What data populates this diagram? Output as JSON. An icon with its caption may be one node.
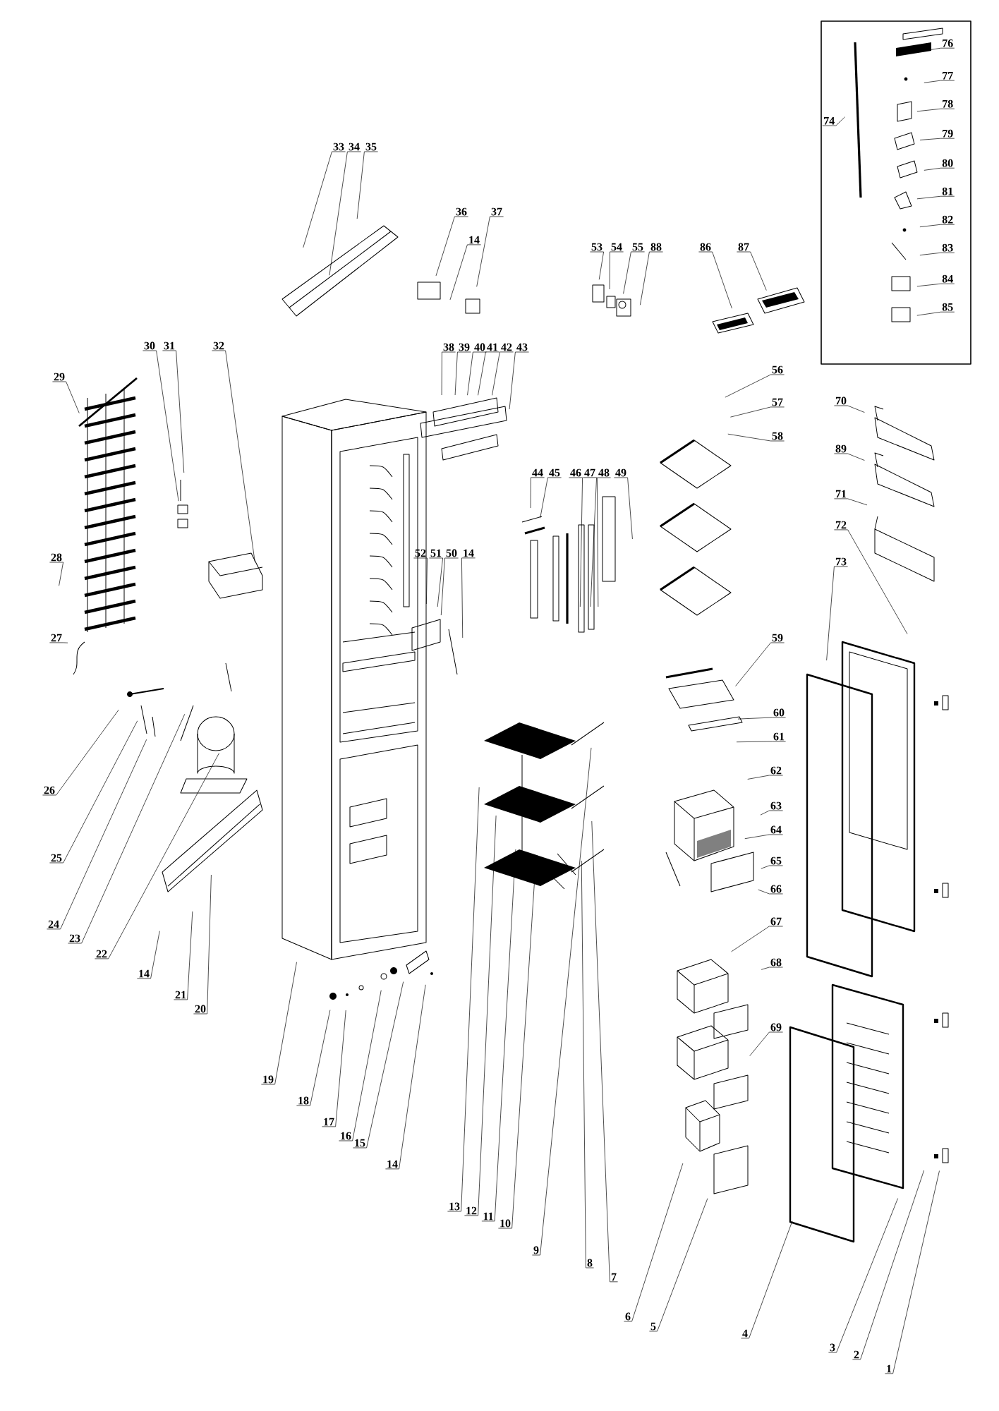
{
  "diagram": {
    "nodes": [
      {
        "text": [],
        "shape": "box"
      },
      {
        "text": [
          "76"
        ],
        "in": 0
      },
      {
        "text": [
          "77"
        ],
        "in": 0
      },
      {
        "text": [
          "78"
        ],
        "in": 0
      },
      {
        "text": [
          "79"
        ],
        "in": 0
      },
      {
        "text": [
          "80"
        ],
        "in": 0
      },
      {
        "text": [
          "81"
        ],
        "in": 0
      },
      {
        "text": [
          "82"
        ],
        "in": 0
      },
      {
        "text": [
          "83"
        ],
        "in": 0
      },
      {
        "text": [
          "84"
        ],
        "in": 0
      },
      {
        "text": [
          "85"
        ],
        "in": 0
      },
      {
        "text": [
          "74"
        ],
        "in": 0
      },
      {
        "text": [
          "33"
        ]
      },
      {
        "text": [
          "34"
        ]
      },
      {
        "text": [
          "35"
        ]
      },
      {
        "text": [
          "36"
        ]
      },
      {
        "text": [
          "14"
        ]
      },
      {
        "text": [
          "37"
        ]
      },
      {
        "text": [
          "53"
        ]
      },
      {
        "text": [
          "54"
        ]
      },
      {
        "text": [
          "55"
        ]
      },
      {
        "text": [
          "88"
        ]
      },
      {
        "text": [
          "86"
        ]
      },
      {
        "text": [
          "87"
        ]
      },
      {
        "text": [
          "38"
        ]
      },
      {
        "text": [
          "39"
        ]
      },
      {
        "text": [
          "40"
        ]
      },
      {
        "text": [
          "41"
        ]
      },
      {
        "text": [
          "42"
        ]
      },
      {
        "text": [
          "43"
        ]
      },
      {
        "text": [
          "29"
        ]
      },
      {
        "text": [
          "30"
        ]
      },
      {
        "text": [
          "31"
        ]
      },
      {
        "text": [
          "32"
        ]
      },
      {
        "text": [
          "56"
        ]
      },
      {
        "text": [
          "57"
        ]
      },
      {
        "text": [
          "58"
        ]
      },
      {
        "text": [
          "70"
        ]
      },
      {
        "text": [
          "89"
        ]
      },
      {
        "text": [
          "71"
        ]
      },
      {
        "text": [
          "72"
        ]
      },
      {
        "text": [
          "73"
        ]
      },
      {
        "text": [
          "44"
        ]
      },
      {
        "text": [
          "45"
        ]
      },
      {
        "text": [
          "46"
        ]
      },
      {
        "text": [
          "47"
        ]
      },
      {
        "text": [
          "48"
        ]
      },
      {
        "text": [
          "49"
        ]
      },
      {
        "text": [
          "52"
        ]
      },
      {
        "text": [
          "51"
        ]
      },
      {
        "text": [
          "50"
        ]
      },
      {
        "text": [
          "14"
        ]
      },
      {
        "text": [
          "28"
        ]
      },
      {
        "text": [
          "27"
        ]
      },
      {
        "text": [
          "59"
        ]
      },
      {
        "text": [
          "60"
        ]
      },
      {
        "text": [
          "61"
        ]
      },
      {
        "text": [
          "26"
        ]
      },
      {
        "text": [
          "62"
        ]
      },
      {
        "text": [
          "63"
        ]
      },
      {
        "text": [
          "64"
        ]
      },
      {
        "text": [
          "65"
        ]
      },
      {
        "text": [
          "66"
        ]
      },
      {
        "text": [
          "25"
        ]
      },
      {
        "text": [
          "67"
        ]
      },
      {
        "text": [
          "24"
        ]
      },
      {
        "text": [
          "23"
        ]
      },
      {
        "text": [
          "22"
        ]
      },
      {
        "text": [
          "68"
        ]
      },
      {
        "text": [
          "14"
        ]
      },
      {
        "text": [
          "21"
        ]
      },
      {
        "text": [
          "20"
        ]
      },
      {
        "text": [
          "69"
        ]
      },
      {
        "text": [
          "19"
        ]
      },
      {
        "text": [
          "18"
        ]
      },
      {
        "text": [
          "17"
        ]
      },
      {
        "text": [
          "16"
        ]
      },
      {
        "text": [
          "15"
        ]
      },
      {
        "text": [
          "14"
        ]
      },
      {
        "text": [
          "13"
        ]
      },
      {
        "text": [
          "12"
        ]
      },
      {
        "text": [
          "11"
        ]
      },
      {
        "text": [
          "10"
        ]
      },
      {
        "text": [
          "9"
        ]
      },
      {
        "text": [
          "8"
        ]
      },
      {
        "text": [
          "7"
        ]
      },
      {
        "text": [
          "6"
        ]
      },
      {
        "text": [
          "5"
        ]
      },
      {
        "text": [
          "4"
        ]
      },
      {
        "text": [
          "3"
        ]
      },
      {
        "text": [
          "2"
        ]
      },
      {
        "text": [
          "1"
        ]
      }
    ],
    "edges": [
      {
        "from": 1,
        "to": null,
        "arrow": "none"
      },
      {
        "from": 2,
        "to": null,
        "arrow": "none"
      },
      {
        "from": 3,
        "to": null,
        "arrow": "none"
      },
      {
        "from": 4,
        "to": null,
        "arrow": "none"
      },
      {
        "from": 5,
        "to": null,
        "arrow": "none"
      },
      {
        "from": 6,
        "to": null,
        "arrow": "none"
      },
      {
        "from": 7,
        "to": null,
        "arrow": "none"
      },
      {
        "from": 8,
        "to": null,
        "arrow": "none"
      },
      {
        "from": 9,
        "to": null,
        "arrow": "none"
      },
      {
        "from": 10,
        "to": null,
        "arrow": "none"
      },
      {
        "from": 11,
        "to": null,
        "arrow": "none"
      },
      {
        "from": 12,
        "to": null,
        "arrow": "none"
      },
      {
        "from": 13,
        "to": null,
        "arrow": "none"
      },
      {
        "from": 14,
        "to": null,
        "arrow": "none"
      },
      {
        "from": 15,
        "to": null,
        "arrow": "none"
      },
      {
        "from": 16,
        "to": null,
        "arrow": "none"
      },
      {
        "from": 17,
        "to": null,
        "arrow": "none"
      },
      {
        "from": 18,
        "to": null,
        "arrow": "none"
      },
      {
        "from": 19,
        "to": null,
        "arrow": "none"
      },
      {
        "from": 20,
        "to": null,
        "arrow": "none"
      },
      {
        "from": 21,
        "to": null,
        "arrow": "none"
      },
      {
        "from": 22,
        "to": null,
        "arrow": "none"
      },
      {
        "from": 23,
        "to": null,
        "arrow": "none"
      },
      {
        "from": 24,
        "to": null,
        "arrow": "none"
      },
      {
        "from": 25,
        "to": null,
        "arrow": "none"
      },
      {
        "from": 26,
        "to": null,
        "arrow": "none"
      },
      {
        "from": 27,
        "to": null,
        "arrow": "none"
      },
      {
        "from": 28,
        "to": null,
        "arrow": "none"
      },
      {
        "from": 29,
        "to": null,
        "arrow": "none"
      },
      {
        "from": 30,
        "to": null,
        "arrow": "none"
      },
      {
        "from": 31,
        "to": null,
        "arrow": "none"
      },
      {
        "from": 32,
        "to": null,
        "arrow": "none"
      },
      {
        "from": 33,
        "to": null,
        "arrow": "none"
      },
      {
        "from": 34,
        "to": null,
        "arrow": "none"
      },
      {
        "from": 35,
        "to": null,
        "arrow": "none"
      },
      {
        "from": 36,
        "to": null,
        "arrow": "none"
      },
      {
        "from": 37,
        "to": null,
        "arrow": "none"
      },
      {
        "from": 38,
        "to": null,
        "arrow": "none"
      },
      {
        "from": 39,
        "to": null,
        "arrow": "none"
      },
      {
        "from": 40,
        "to": null,
        "arrow": "none"
      },
      {
        "from": 41,
        "to": null,
        "arrow": "none"
      },
      {
        "from": 42,
        "to": null,
        "arrow": "none"
      },
      {
        "from": 43,
        "to": null,
        "arrow": "none"
      },
      {
        "from": 44,
        "to": null,
        "arrow": "none"
      },
      {
        "from": 45,
        "to": null,
        "arrow": "none"
      },
      {
        "from": 46,
        "to": null,
        "arrow": "none"
      },
      {
        "from": 47,
        "to": null,
        "arrow": "none"
      },
      {
        "from": 48,
        "to": null,
        "arrow": "none"
      },
      {
        "from": 49,
        "to": null,
        "arrow": "none"
      },
      {
        "from": 50,
        "to": null,
        "arrow": "none"
      },
      {
        "from": 51,
        "to": null,
        "arrow": "none"
      },
      {
        "from": 52,
        "to": null,
        "arrow": "none"
      },
      {
        "from": 53,
        "to": null,
        "arrow": "none"
      },
      {
        "from": 54,
        "to": null,
        "arrow": "none"
      },
      {
        "from": 55,
        "to": null,
        "arrow": "none"
      },
      {
        "from": 56,
        "to": null,
        "arrow": "none"
      },
      {
        "from": 57,
        "to": null,
        "arrow": "none"
      },
      {
        "from": 58,
        "to": null,
        "arrow": "none"
      },
      {
        "from": 59,
        "to": null,
        "arrow": "none"
      },
      {
        "from": 60,
        "to": null,
        "arrow": "none"
      },
      {
        "from": 61,
        "to": null,
        "arrow": "none"
      },
      {
        "from": 62,
        "to": null,
        "arrow": "none"
      },
      {
        "from": 63,
        "to": null,
        "arrow": "none"
      },
      {
        "from": 64,
        "to": null,
        "arrow": "none"
      },
      {
        "from": 65,
        "to": null,
        "arrow": "none"
      },
      {
        "from": 66,
        "to": null,
        "arrow": "none"
      },
      {
        "from": 67,
        "to": null,
        "arrow": "none"
      },
      {
        "from": 68,
        "to": null,
        "arrow": "none"
      },
      {
        "from": 69,
        "to": null,
        "arrow": "none"
      },
      {
        "from": 70,
        "to": null,
        "arrow": "none"
      },
      {
        "from": 71,
        "to": null,
        "arrow": "none"
      },
      {
        "from": 72,
        "to": null,
        "arrow": "none"
      },
      {
        "from": 73,
        "to": null,
        "arrow": "none"
      },
      {
        "from": 74,
        "to": null,
        "arrow": "none"
      },
      {
        "from": 75,
        "to": null,
        "arrow": "none"
      },
      {
        "from": 76,
        "to": null,
        "arrow": "none"
      },
      {
        "from": 77,
        "to": null,
        "arrow": "none"
      },
      {
        "from": 78,
        "to": null,
        "arrow": "none"
      },
      {
        "from": 79,
        "to": null,
        "arrow": "none"
      },
      {
        "from": 80,
        "to": null,
        "arrow": "none"
      },
      {
        "from": 81,
        "to": null,
        "arrow": "none"
      },
      {
        "from": 82,
        "to": null,
        "arrow": "none"
      },
      {
        "from": 83,
        "to": null,
        "arrow": "none"
      },
      {
        "from": 84,
        "to": null,
        "arrow": "none"
      },
      {
        "from": 85,
        "to": null,
        "arrow": "none"
      },
      {
        "from": 86,
        "to": null,
        "arrow": "none"
      },
      {
        "from": 87,
        "to": null,
        "arrow": "none"
      },
      {
        "from": 88,
        "to": null,
        "arrow": "none"
      },
      {
        "from": 89,
        "to": null,
        "arrow": "none"
      },
      {
        "from": 90,
        "to": null,
        "arrow": "none"
      },
      {
        "from": 91,
        "to": null,
        "arrow": "none"
      }
    ]
  }
}
